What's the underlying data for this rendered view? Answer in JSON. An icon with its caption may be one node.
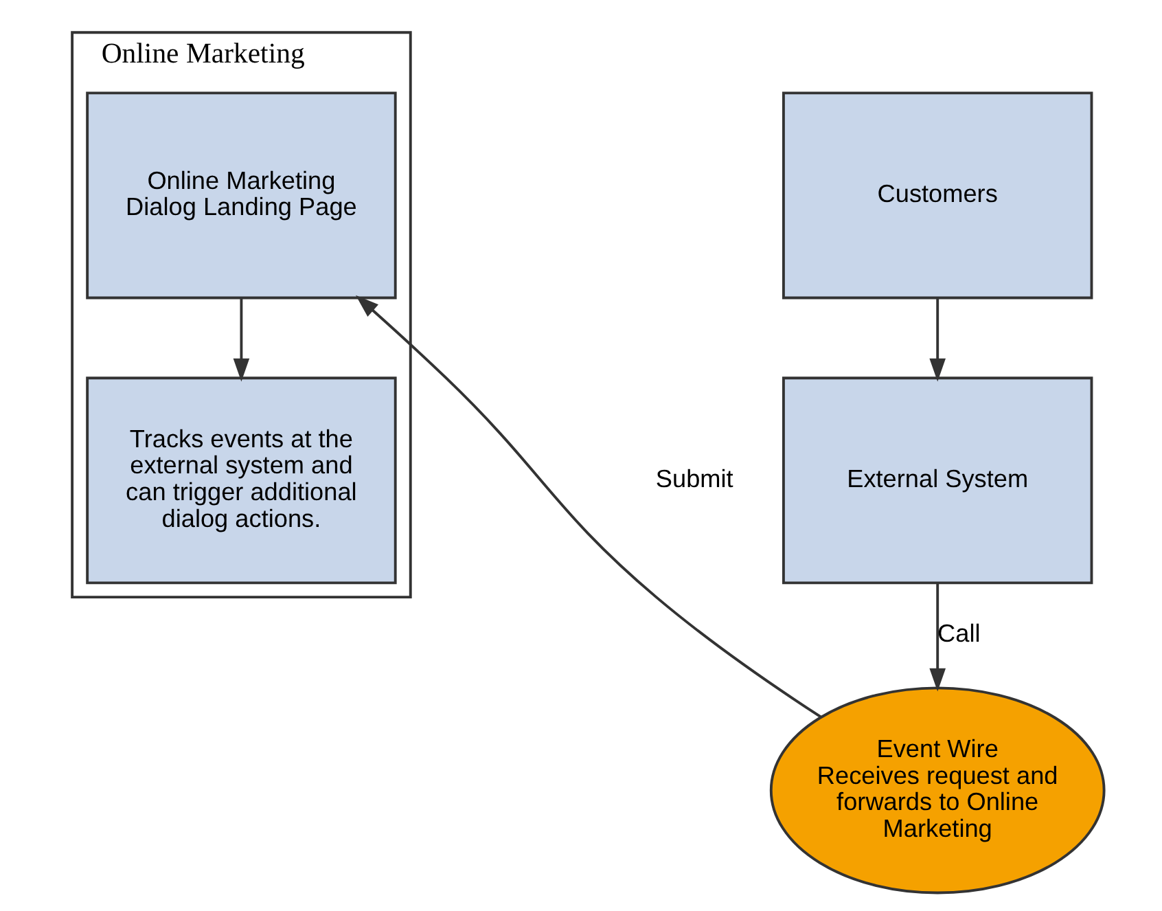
{
  "diagram": {
    "nodes": [
      {
        "text": [
          "Online Marketing"
        ]
      },
      {
        "text": [
          "Online Marketing Dialog Landing Page"
        ],
        "in": 0
      },
      {
        "text": [
          "Tracks events at the external system and can trigger additional dialog actions."
        ],
        "in": 0
      },
      {
        "text": [
          "Customers"
        ]
      },
      {
        "text": [
          "External System"
        ]
      },
      {
        "text": [
          "Event Wire",
          "Receives request and forwards to Online Marketing"
        ]
      }
    ],
    "edges": [
      {
        "from": 1,
        "to": 2,
        "arrow": "to"
      },
      {
        "from": 3,
        "to": 4,
        "arrow": "to"
      },
      {
        "from": 4,
        "to": 5,
        "arrow": "to",
        "label": "Call"
      },
      {
        "from": 5,
        "to": 1,
        "arrow": "to",
        "label": "Submit"
      }
    ]
  }
}
